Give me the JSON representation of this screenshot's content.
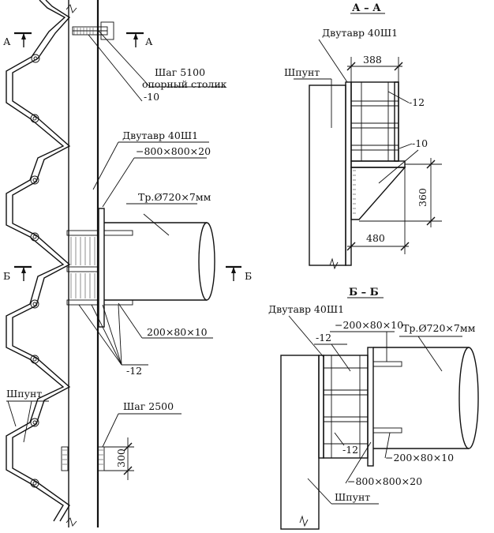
{
  "left_view": {
    "section_a_left": "А",
    "section_a_right": "А",
    "section_b_left": "Б",
    "section_b_right": "Б",
    "step_5100": "Шаг 5100",
    "support_table": "опорный столик",
    "plate_10": "-10",
    "beam": "Двутавр 40Ш1",
    "plate_800": "−800×800×20",
    "pipe": "Тр.Ø720×7мм",
    "rib_200": "200×80×10",
    "plate_12": "-12",
    "sheet_pile": "Шпунт",
    "step_2500": "Шаг 2500",
    "dim_300": "300"
  },
  "section_a": {
    "title": "А – А",
    "beam": "Двутавр 40Ш1",
    "sheet_pile": "Шпунт",
    "dim_388": "388",
    "plate_12": "-12",
    "plate_10": "-10",
    "dim_360": "360",
    "dim_480": "480"
  },
  "section_b": {
    "title": "Б – Б",
    "beam": "Двутавр 40Ш1",
    "rib_top": "−200×80×10",
    "plate_12_top": "-12",
    "pipe": "Тр.Ø720×7мм",
    "plate_12_bottom": "-12",
    "rib_bottom": "−200×80×10",
    "plate_800": "−800×800×20",
    "sheet_pile": "Шпунт"
  }
}
